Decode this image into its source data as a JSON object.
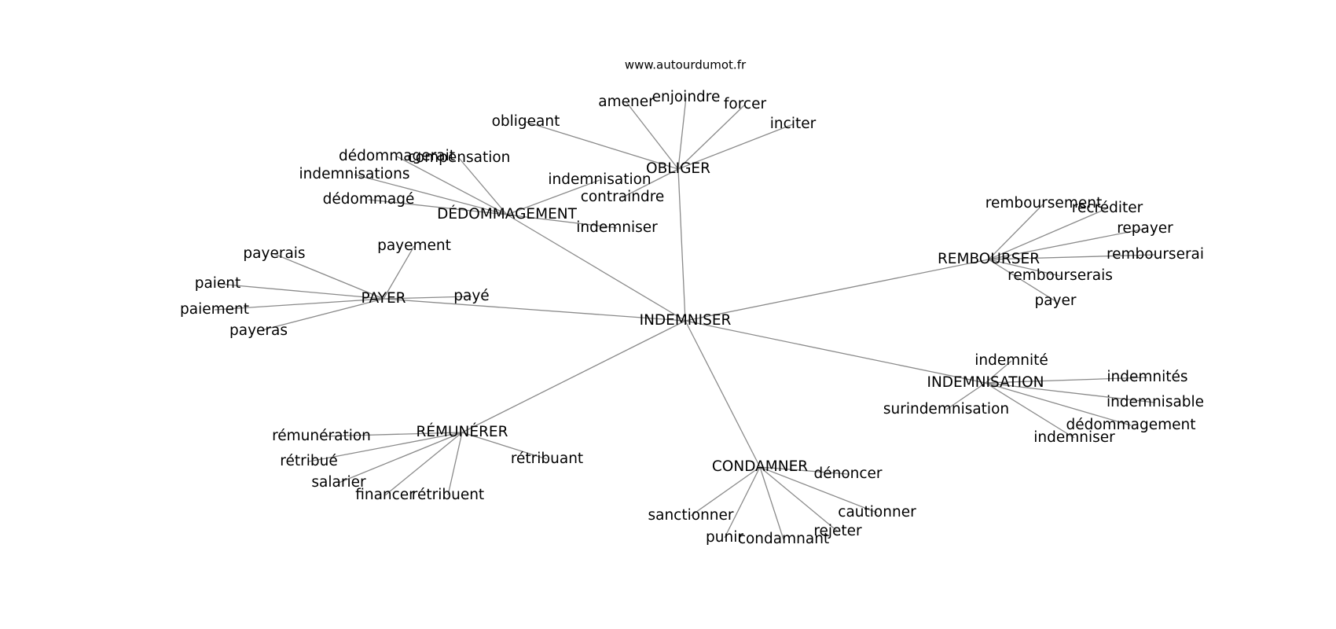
{
  "source_label": "www.autourdumot.fr",
  "graph": {
    "center": "INDEMNISER",
    "nodes": [
      {
        "id": "INDEMNISER",
        "label": "INDEMNISER"
      },
      {
        "id": "OBLIGER",
        "label": "OBLIGER"
      },
      {
        "id": "DEDOMMAGEMENT",
        "label": "DÉDOMMAGEMENT"
      },
      {
        "id": "PAYER",
        "label": "PAYER"
      },
      {
        "id": "REMBOURSER",
        "label": "REMBOURSER"
      },
      {
        "id": "INDEMNISATION",
        "label": "INDEMNISATION"
      },
      {
        "id": "REMUNERER",
        "label": "RÉMUNÉRER"
      },
      {
        "id": "CONDAMNER",
        "label": "CONDAMNER"
      },
      {
        "id": "obligeant",
        "label": "obligeant"
      },
      {
        "id": "amener",
        "label": "amener"
      },
      {
        "id": "enjoindre",
        "label": "enjoindre"
      },
      {
        "id": "forcer",
        "label": "forcer"
      },
      {
        "id": "inciter",
        "label": "inciter"
      },
      {
        "id": "contraindre",
        "label": "contraindre"
      },
      {
        "id": "dedommagerait",
        "label": "dédommagerait"
      },
      {
        "id": "compensation",
        "label": "compensation"
      },
      {
        "id": "indemnisations",
        "label": "indemnisations"
      },
      {
        "id": "dedommage",
        "label": "dédommagé"
      },
      {
        "id": "indemnisation",
        "label": "indemnisation"
      },
      {
        "id": "indemniser_d",
        "label": "indemniser"
      },
      {
        "id": "payerais",
        "label": "payerais"
      },
      {
        "id": "payement",
        "label": "payement"
      },
      {
        "id": "paient",
        "label": "paient"
      },
      {
        "id": "paye",
        "label": "payé"
      },
      {
        "id": "paiement",
        "label": "paiement"
      },
      {
        "id": "payeras",
        "label": "payeras"
      },
      {
        "id": "remboursement",
        "label": "remboursement"
      },
      {
        "id": "recrediter",
        "label": "recréditer"
      },
      {
        "id": "repayer",
        "label": "repayer"
      },
      {
        "id": "rembourserai",
        "label": "rembourserai"
      },
      {
        "id": "rembourserais",
        "label": "rembourserais"
      },
      {
        "id": "payer",
        "label": "payer"
      },
      {
        "id": "indemnite",
        "label": "indemnité"
      },
      {
        "id": "indemnites",
        "label": "indemnités"
      },
      {
        "id": "surindemnisation",
        "label": "surindemnisation"
      },
      {
        "id": "indemnisable",
        "label": "indemnisable"
      },
      {
        "id": "dedommagement",
        "label": "dédommagement"
      },
      {
        "id": "indemniser_i",
        "label": "indemniser"
      },
      {
        "id": "remuneration",
        "label": "rémunération"
      },
      {
        "id": "retribue",
        "label": "rétribué"
      },
      {
        "id": "retribuant",
        "label": "rétribuant"
      },
      {
        "id": "salarier",
        "label": "salarier"
      },
      {
        "id": "financer",
        "label": "financer"
      },
      {
        "id": "retribuent",
        "label": "rétribuent"
      },
      {
        "id": "denoncer",
        "label": "dénoncer"
      },
      {
        "id": "cautionner",
        "label": "cautionner"
      },
      {
        "id": "sanctionner",
        "label": "sanctionner"
      },
      {
        "id": "rejeter",
        "label": "rejeter"
      },
      {
        "id": "punir",
        "label": "punir"
      },
      {
        "id": "condamnant",
        "label": "condamnant"
      }
    ],
    "edges": [
      [
        "INDEMNISER",
        "OBLIGER"
      ],
      [
        "INDEMNISER",
        "DEDOMMAGEMENT"
      ],
      [
        "INDEMNISER",
        "PAYER"
      ],
      [
        "INDEMNISER",
        "REMBOURSER"
      ],
      [
        "INDEMNISER",
        "INDEMNISATION"
      ],
      [
        "INDEMNISER",
        "REMUNERER"
      ],
      [
        "INDEMNISER",
        "CONDAMNER"
      ],
      [
        "OBLIGER",
        "obligeant"
      ],
      [
        "OBLIGER",
        "amener"
      ],
      [
        "OBLIGER",
        "enjoindre"
      ],
      [
        "OBLIGER",
        "forcer"
      ],
      [
        "OBLIGER",
        "inciter"
      ],
      [
        "OBLIGER",
        "contraindre"
      ],
      [
        "DEDOMMAGEMENT",
        "dedommagerait"
      ],
      [
        "DEDOMMAGEMENT",
        "compensation"
      ],
      [
        "DEDOMMAGEMENT",
        "indemnisations"
      ],
      [
        "DEDOMMAGEMENT",
        "dedommage"
      ],
      [
        "DEDOMMAGEMENT",
        "indemnisation"
      ],
      [
        "DEDOMMAGEMENT",
        "indemniser_d"
      ],
      [
        "PAYER",
        "payerais"
      ],
      [
        "PAYER",
        "payement"
      ],
      [
        "PAYER",
        "paient"
      ],
      [
        "PAYER",
        "paye"
      ],
      [
        "PAYER",
        "paiement"
      ],
      [
        "PAYER",
        "payeras"
      ],
      [
        "REMBOURSER",
        "remboursement"
      ],
      [
        "REMBOURSER",
        "recrediter"
      ],
      [
        "REMBOURSER",
        "repayer"
      ],
      [
        "REMBOURSER",
        "rembourserai"
      ],
      [
        "REMBOURSER",
        "rembourserais"
      ],
      [
        "REMBOURSER",
        "payer"
      ],
      [
        "INDEMNISATION",
        "indemnite"
      ],
      [
        "INDEMNISATION",
        "indemnites"
      ],
      [
        "INDEMNISATION",
        "surindemnisation"
      ],
      [
        "INDEMNISATION",
        "indemnisable"
      ],
      [
        "INDEMNISATION",
        "dedommagement"
      ],
      [
        "INDEMNISATION",
        "indemniser_i"
      ],
      [
        "REMUNERER",
        "remuneration"
      ],
      [
        "REMUNERER",
        "retribue"
      ],
      [
        "REMUNERER",
        "retribuant"
      ],
      [
        "REMUNERER",
        "salarier"
      ],
      [
        "REMUNERER",
        "financer"
      ],
      [
        "REMUNERER",
        "retribuent"
      ],
      [
        "CONDAMNER",
        "denoncer"
      ],
      [
        "CONDAMNER",
        "cautionner"
      ],
      [
        "CONDAMNER",
        "sanctionner"
      ],
      [
        "CONDAMNER",
        "rejeter"
      ],
      [
        "CONDAMNER",
        "punir"
      ],
      [
        "CONDAMNER",
        "condamnant"
      ]
    ]
  }
}
